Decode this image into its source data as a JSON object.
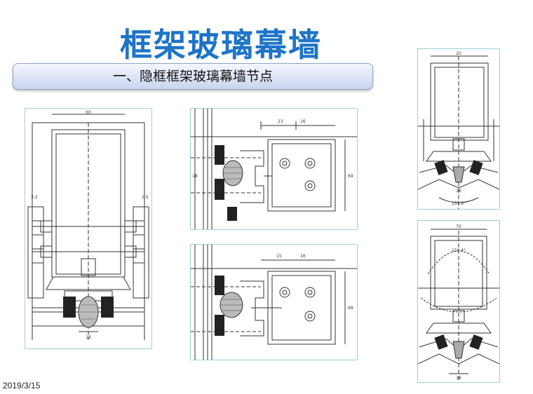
{
  "slide": {
    "title": "框架玻璃幕墙",
    "subtitle": "一、隐框框架玻璃幕墙节点",
    "date": "2019/3/15"
  },
  "drawings": {
    "left_node": {
      "dim_top": "60",
      "dim_left": "3.2",
      "dim_right": "1.5",
      "dim_bottom": "16"
    },
    "mid_top_node": {
      "dim_a": "23",
      "dim_b": "16",
      "dim_side": "18",
      "dim_right": "69"
    },
    "mid_bottom_node": {
      "dim_a": "15",
      "dim_b": "16",
      "dim_right": "69"
    },
    "right_top_node": {
      "dim_top": "20",
      "dim_bottom": "16",
      "angle": "151.6°"
    },
    "right_bottom_node": {
      "dim_top": "70",
      "angle": "150.4°",
      "dim_bottom": "16"
    }
  },
  "colors": {
    "title": "#1e74c8",
    "frame_border": "#9ecfda",
    "line": "#333333"
  }
}
